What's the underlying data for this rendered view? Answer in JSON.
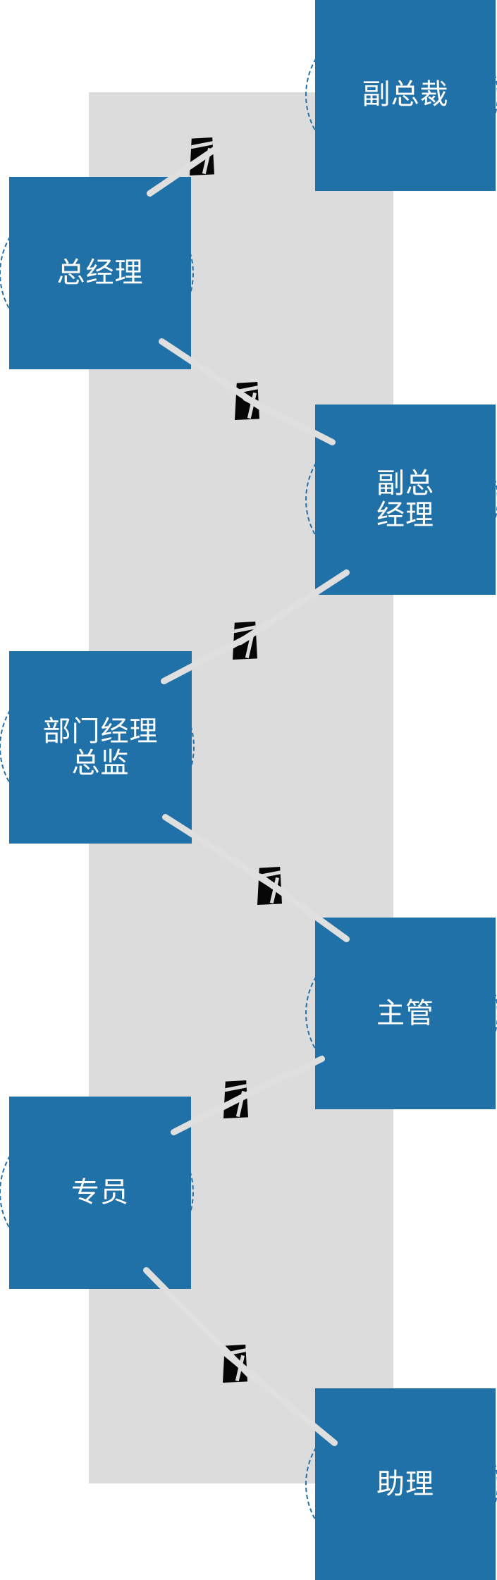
{
  "diagram": {
    "type": "vertical-org-hierarchy-flow",
    "levels": [
      {
        "label": "副总裁",
        "side": "right"
      },
      {
        "label": "总经理",
        "side": "left"
      },
      {
        "label": "副总\n经理",
        "side": "right"
      },
      {
        "label": "部门经理\n总监",
        "side": "left"
      },
      {
        "label": "主管",
        "side": "right"
      },
      {
        "label": "专员",
        "side": "left"
      },
      {
        "label": "助理",
        "side": "right"
      }
    ],
    "connector_count": 6
  },
  "palette": {
    "box_blue": "#2171A9",
    "band_gray": "#DCDCDC",
    "connector_gray": "#DFDFDF",
    "icon_black": "#060606",
    "dashed_circle_blue": "#2470A6",
    "label_text": "#FFFFFF",
    "background": "#FFFFFF"
  }
}
